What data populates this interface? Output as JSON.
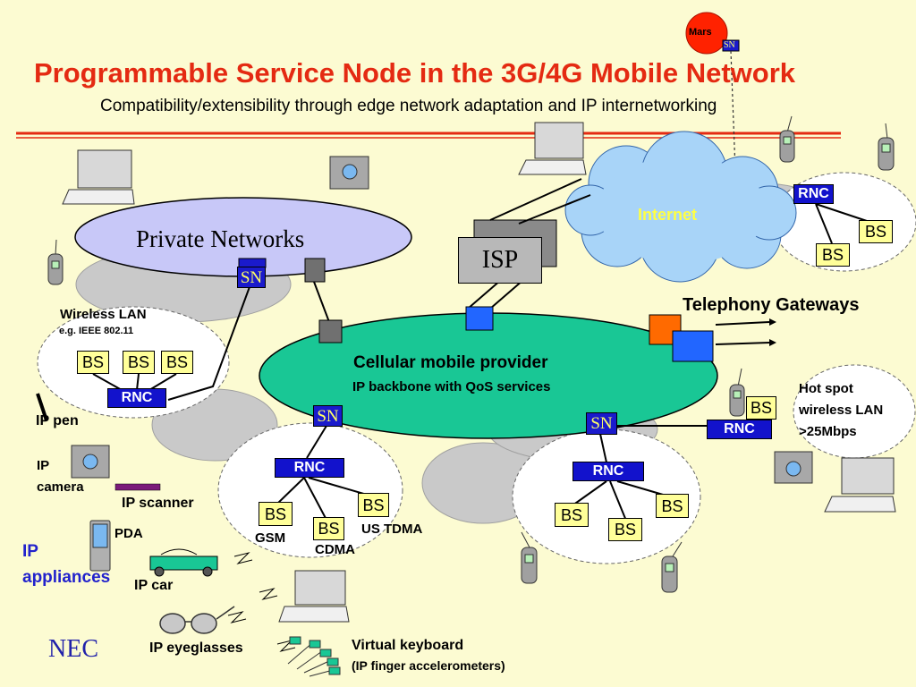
{
  "slide": {
    "title": "Programmable Service Node in the 3G/4G Mobile Network",
    "subtitle": "Compatibility/extensibility through edge network adaptation and IP internetworking",
    "logo": "NEC"
  },
  "labels": {
    "mars": "Mars",
    "sn": "SN",
    "internet": "Internet",
    "isp": "ISP",
    "private_networks": "Private Networks",
    "telephony_gateways": "Telephony Gateways",
    "cellular_title": "Cellular mobile provider",
    "cellular_sub": "IP backbone with QoS services",
    "wireless_lan": "Wireless LAN",
    "wireless_lan_std": "e.g. IEEE 802.11",
    "hotspot": [
      "Hot spot",
      "wireless LAN",
      ">25Mbps"
    ],
    "bs": "BS",
    "rnc": "RNC",
    "gsm": "GSM",
    "cdma": "CDMA",
    "us_tdma": "US TDMA"
  },
  "appliances": {
    "heading": [
      "IP",
      "appliances"
    ],
    "ip_pen": "IP pen",
    "ip_camera": [
      "IP",
      "camera"
    ],
    "ip_scanner": "IP scanner",
    "pda": "PDA",
    "ip_car": "IP car",
    "ip_eyeglasses": "IP eyeglasses",
    "virtual_keyboard": "Virtual keyboard",
    "virtual_keyboard_note": "(IP finger accelerometers)"
  },
  "colors": {
    "background": "#fcfbd2",
    "title": "#e42a12",
    "rule": "#e42a12",
    "private_networks": "#c8c8f8",
    "cellular": "#19c795",
    "internet_cloud": "#a8d4f8",
    "rnc": "#1212cc",
    "bs": "#ffff99",
    "sn": "#1a1acc",
    "appliances_heading": "#2222cc"
  }
}
